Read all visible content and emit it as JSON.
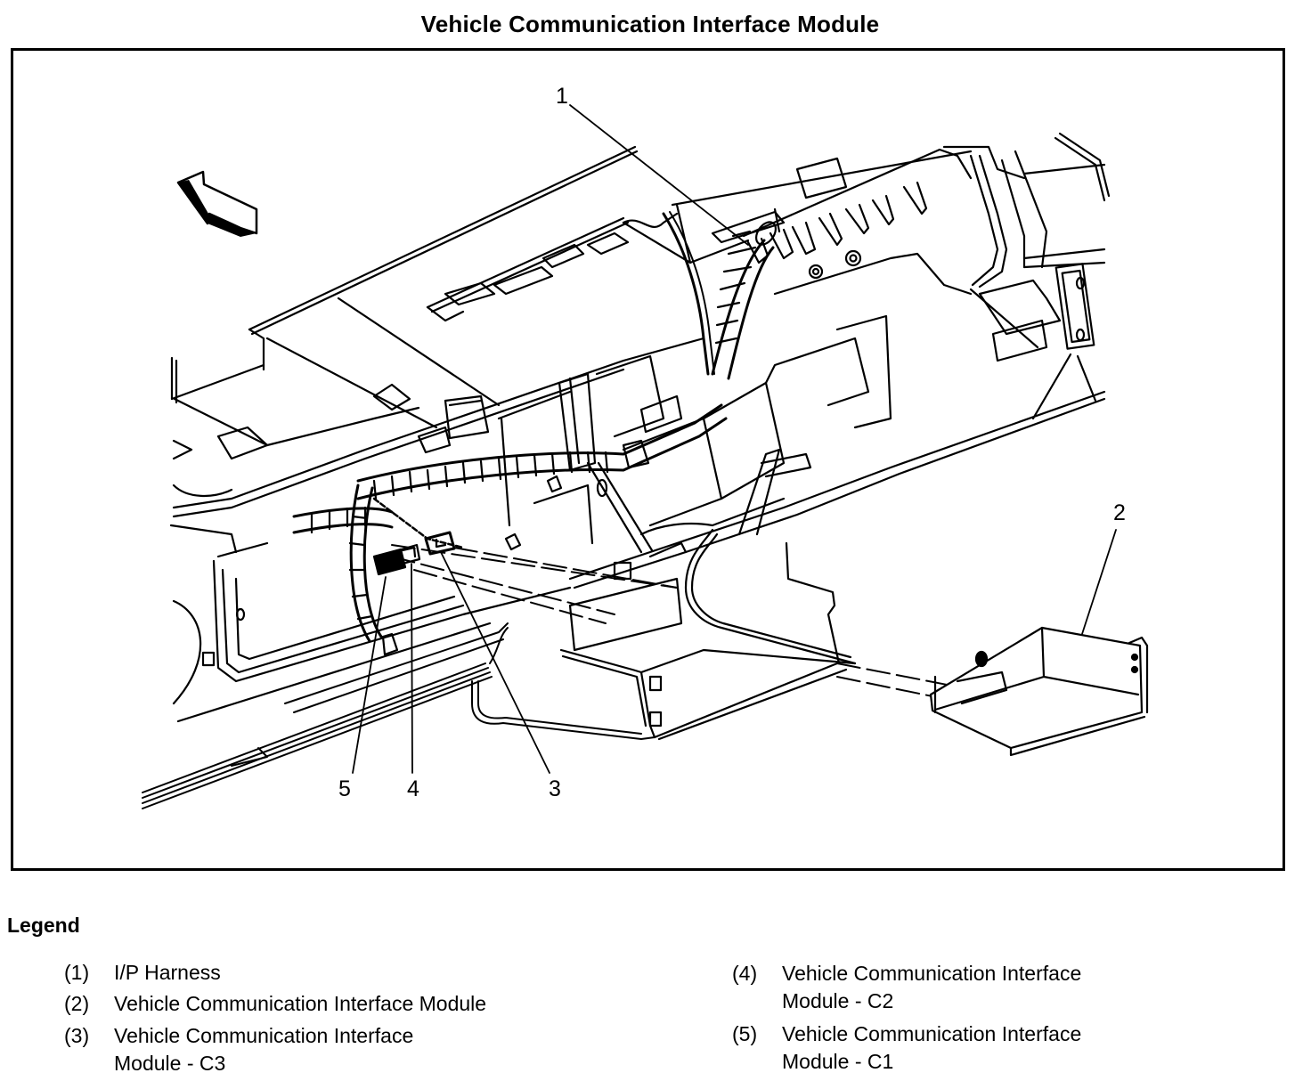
{
  "page": {
    "title": "Vehicle Communication Interface Module"
  },
  "diagram": {
    "callouts": [
      {
        "id": "1",
        "label": "1"
      },
      {
        "id": "2",
        "label": "2"
      },
      {
        "id": "3",
        "label": "3"
      },
      {
        "id": "4",
        "label": "4"
      },
      {
        "id": "5",
        "label": "5"
      }
    ],
    "icons": {
      "direction_arrow": "forward-direction-arrow-icon"
    }
  },
  "legend": {
    "title": "Legend",
    "items": [
      {
        "num": "(1)",
        "text": "I/P Harness"
      },
      {
        "num": "(2)",
        "text": "Vehicle Communication Interface Module"
      },
      {
        "num": "(3)",
        "text": "Vehicle Communication Interface\nModule - C3"
      },
      {
        "num": "(4)",
        "text": "Vehicle Communication Interface\nModule - C2"
      },
      {
        "num": "(5)",
        "text": "Vehicle Communication Interface\nModule - C1"
      }
    ]
  }
}
